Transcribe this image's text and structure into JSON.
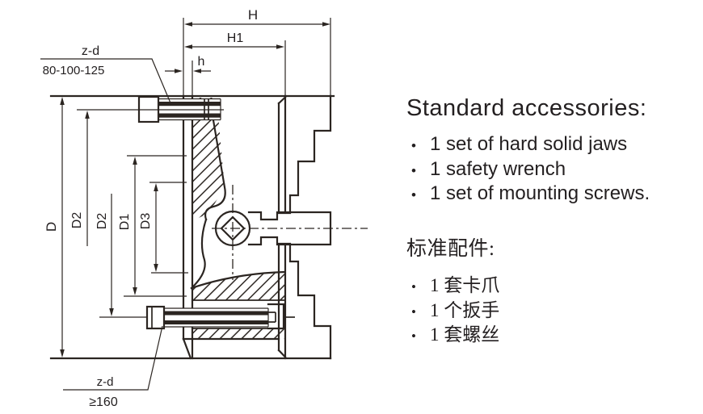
{
  "drawing": {
    "dims": {
      "H": "H",
      "H1": "H1",
      "h": "h",
      "D": "D",
      "D1": "D1",
      "D2": "D2",
      "D3": "D3"
    },
    "callouts": {
      "top": {
        "label": "z-d",
        "sizes": "80-100-125"
      },
      "bottom": {
        "label": "z-d",
        "sizes": "≥160"
      }
    }
  },
  "accessories": {
    "bullet": "•",
    "en": {
      "title": "Standard accessories:",
      "items": [
        "1 set of hard solid jaws",
        "1 safety wrench",
        "1 set of mounting screws."
      ]
    },
    "zh": {
      "title": "标准配件:",
      "items": [
        "1 套卡爪",
        "1 个扳手",
        "1 套螺丝"
      ]
    }
  }
}
